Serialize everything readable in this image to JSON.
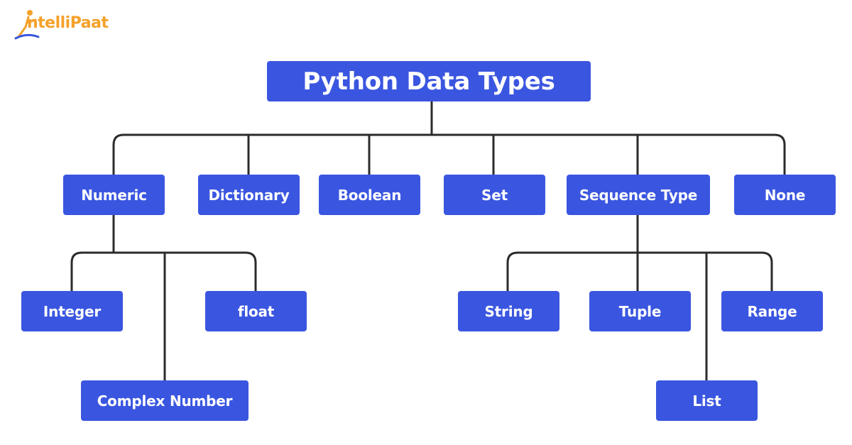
{
  "logo": {
    "text": "ntelliPaat"
  },
  "root": {
    "label": "Python Data Types"
  },
  "categories": [
    {
      "label": "Numeric"
    },
    {
      "label": "Dictionary"
    },
    {
      "label": "Boolean"
    },
    {
      "label": "Set"
    },
    {
      "label": "Sequence Type"
    },
    {
      "label": "None"
    }
  ],
  "numeric_children": [
    {
      "label": "Integer"
    },
    {
      "label": "float"
    },
    {
      "label": "Complex Number"
    }
  ],
  "sequence_children": [
    {
      "label": "String"
    },
    {
      "label": "Tuple"
    },
    {
      "label": "Range"
    },
    {
      "label": "List"
    }
  ],
  "colors": {
    "node": "#3a56e0",
    "line": "#2b2b2b",
    "logo": "#f4a129"
  }
}
